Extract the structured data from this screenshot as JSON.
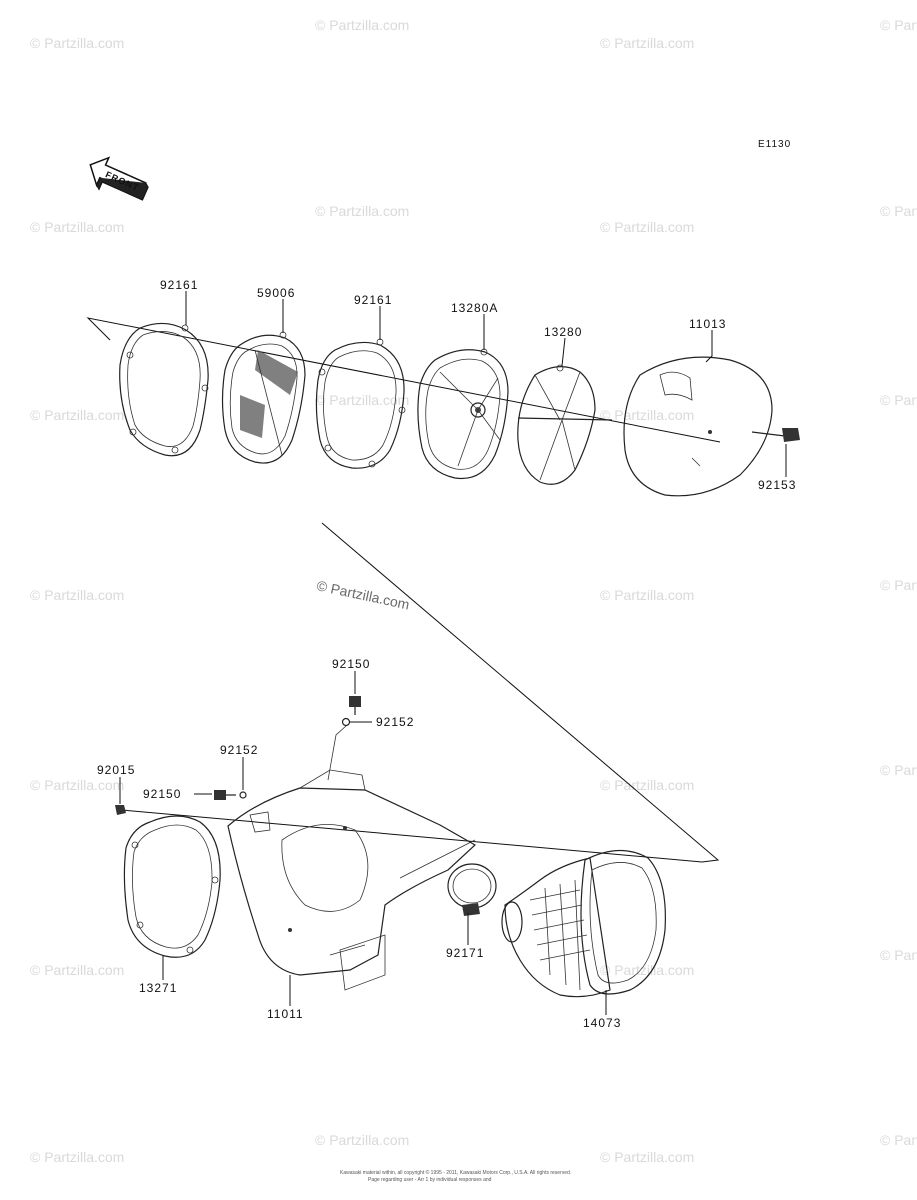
{
  "diagram_code": "E1130",
  "front_label": "FRONT",
  "watermark": "© Partzilla.com",
  "parts": {
    "p92161_a": "92161",
    "p59006": "59006",
    "p92161_b": "92161",
    "p13280A": "13280A",
    "p13280": "13280",
    "p11013": "11013",
    "p92153": "92153",
    "p92150_top": "92150",
    "p92152_top": "92152",
    "p92152_left": "92152",
    "p92015": "92015",
    "p92150_left": "92150",
    "p13271": "13271",
    "p11011": "11011",
    "p92171": "92171",
    "p14073": "14073"
  },
  "footer": {
    "line1": "Kawasaki material within, all copyright © 1995 - 2011, Kawasaki Motors Corp., U.S.A. All rights reserved.",
    "line2": "Page regarding user - Arr 1 by individual responses and"
  }
}
